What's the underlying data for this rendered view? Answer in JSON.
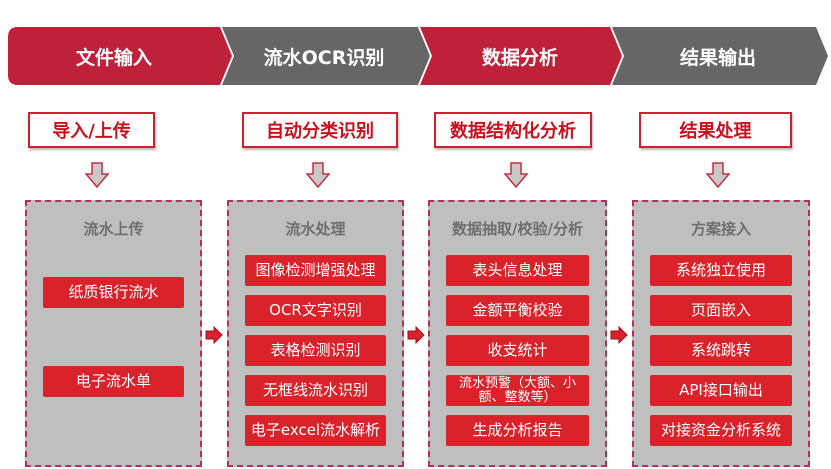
{
  "stages": [
    "文件输入",
    "流水OCR识别",
    "数据分析",
    "结果输出"
  ],
  "headers": [
    "导入/上传",
    "自动分类识别",
    "数据结构化分析",
    "结果处理"
  ],
  "panels": [
    {
      "title": "流水上传",
      "items": [
        "纸质银行流水",
        "电子流水单"
      ]
    },
    {
      "title": "流水处理",
      "items": [
        "图像检测增强处理",
        "OCR文字识别",
        "表格检测识别",
        "无框线流水识别",
        "电子excel流水解析"
      ]
    },
    {
      "title": "数据抽取/校验/分析",
      "items": [
        "表头信息处理",
        "金额平衡校验",
        "收支统计",
        "流水预警（大额、小额、整数等）",
        "生成分析报告"
      ]
    },
    {
      "title": "方案接入",
      "items": [
        "系统独立使用",
        "页面嵌入",
        "系统跳转",
        "API接口输出",
        "对接资金分析系统"
      ]
    }
  ],
  "colors": {
    "red": "#c0213a",
    "grey": "#666666",
    "item": "#d9222a"
  }
}
